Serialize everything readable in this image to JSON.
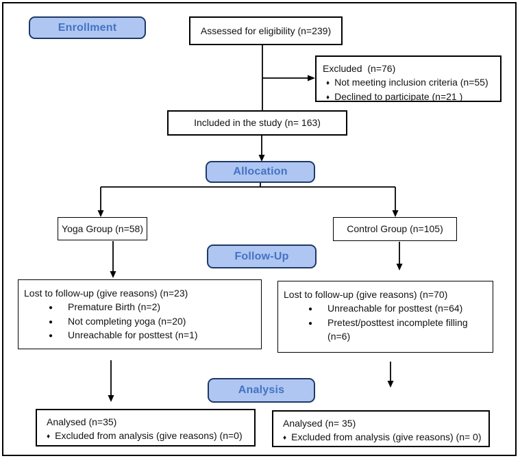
{
  "diagram_title": "CONSORT participant flow diagram",
  "colors": {
    "button_fill": "#aec6f1",
    "button_border": "#1f3864",
    "button_text": "#4472c4",
    "line_color": "#000000",
    "box_border": "#000000",
    "text_color": "#111111",
    "bg": "#ffffff"
  },
  "stages": {
    "enrollment": {
      "label": "Enrollment"
    },
    "allocation": {
      "label": "Allocation"
    },
    "followup": {
      "label": "Follow-Up"
    },
    "analysis": {
      "label": "Analysis"
    }
  },
  "boxes": {
    "assessed": {
      "text": "Assessed for eligibility (n=239)"
    },
    "excluded": {
      "title": "Excluded  (n=76)",
      "bullet": "♦",
      "items": [
        "Not meeting inclusion criteria (n=55)",
        "Declined to participate (n=21 )"
      ]
    },
    "included": {
      "text": "Included in the study (n= 163)"
    },
    "yoga": {
      "text": "Yoga Group (n=58)"
    },
    "control": {
      "text": "Control Group (n=105)"
    },
    "lost_yoga": {
      "title": "Lost to follow-up (give reasons) (n=23)",
      "bullet": "●",
      "items": [
        "Premature Birth (n=2)",
        "Not completing yoga (n=20)",
        "Unreachable for posttest (n=1)"
      ]
    },
    "lost_control": {
      "title": "Lost to follow-up (give reasons) (n=70)",
      "bullet": "●",
      "items": [
        "Unreachable for posttest (n=64)",
        "Pretest/posttest incomplete filling (n=6)"
      ]
    },
    "analysed_yoga": {
      "title": "Analysed (n=35)",
      "bullet": "♦",
      "items": [
        "Excluded from analysis (give reasons) (n=0)"
      ]
    },
    "analysed_control": {
      "title": "Analysed (n= 35)",
      "bullet": "♦",
      "items": [
        "Excluded from analysis (give reasons) (n= 0)"
      ]
    }
  }
}
